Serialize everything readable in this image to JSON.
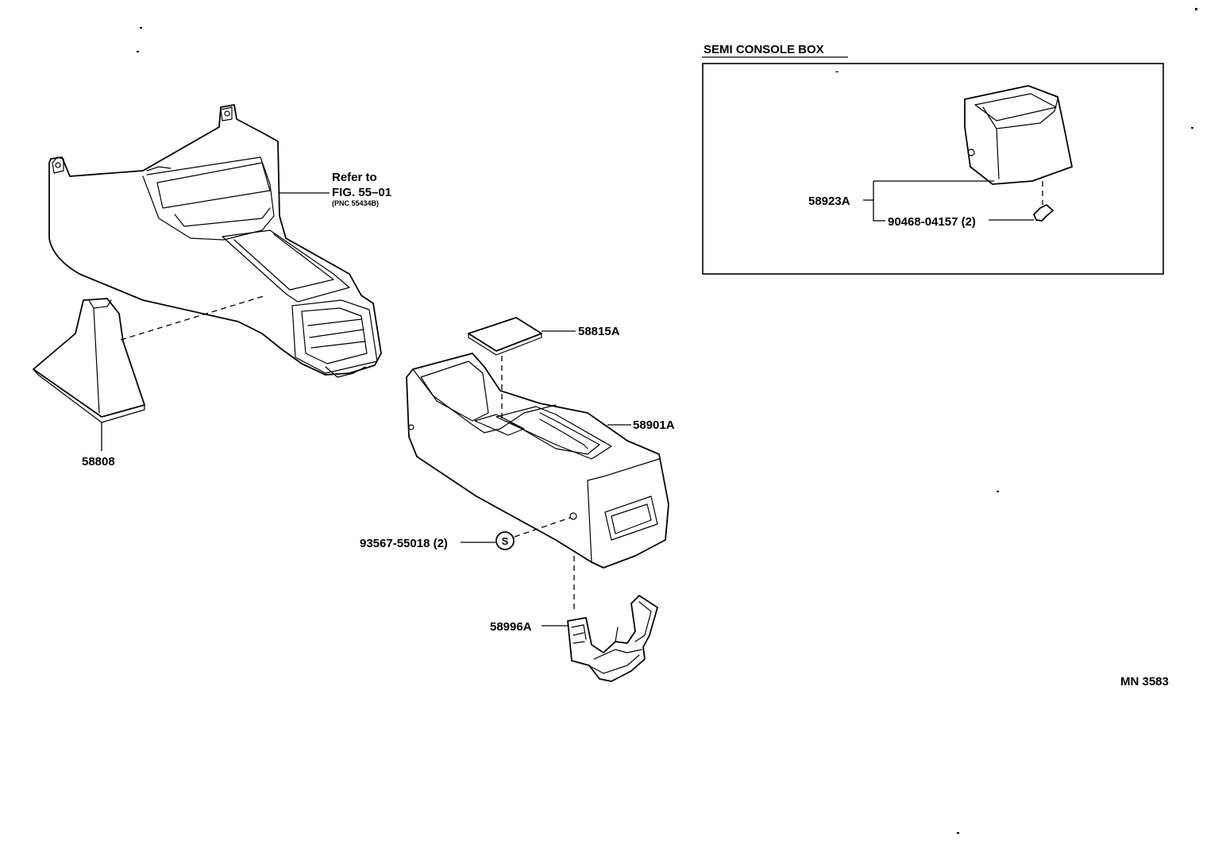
{
  "inset": {
    "title": "SEMI CONSOLE BOX"
  },
  "refer": {
    "line1": "Refer to",
    "line2": "FIG. 55–01",
    "line3": "(PNC 55434B)"
  },
  "parts": {
    "p58808": "58808",
    "p58815A": "58815A",
    "p58901A": "58901A",
    "p93567": "93567-55018 (2)",
    "screw_symbol": "S",
    "p58996A": "58996A",
    "p58923A": "58923A",
    "p90468": "90468-04157 (2)"
  },
  "figure_id": "MN 3583"
}
